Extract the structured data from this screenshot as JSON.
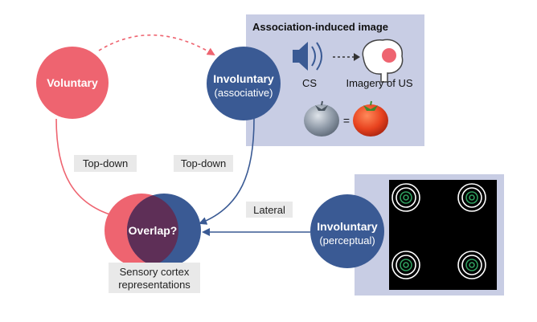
{
  "nodes": {
    "voluntary": "Voluntary",
    "involuntary_assoc_title": "Involuntary",
    "involuntary_assoc_sub": "(associative)",
    "involuntary_percep_title": "Involuntary",
    "involuntary_percep_sub": "(perceptual)",
    "overlap": "Overlap?"
  },
  "panel_association": {
    "title": "Association-induced image",
    "cs_label": "CS",
    "us_label": "Imagery of US",
    "equals": "="
  },
  "edges": {
    "top_down_left": "Top-down",
    "top_down_right": "Top-down",
    "lateral": "Lateral"
  },
  "sensory": {
    "line1": "Sensory cortex",
    "line2": "representations"
  },
  "colors": {
    "red": "#ee6470",
    "blue": "#3a5a94",
    "overlap": "#5e2f57",
    "panel": "#c8cde4",
    "label_bg": "#e9e9e9",
    "green": "#2f9e5e"
  }
}
